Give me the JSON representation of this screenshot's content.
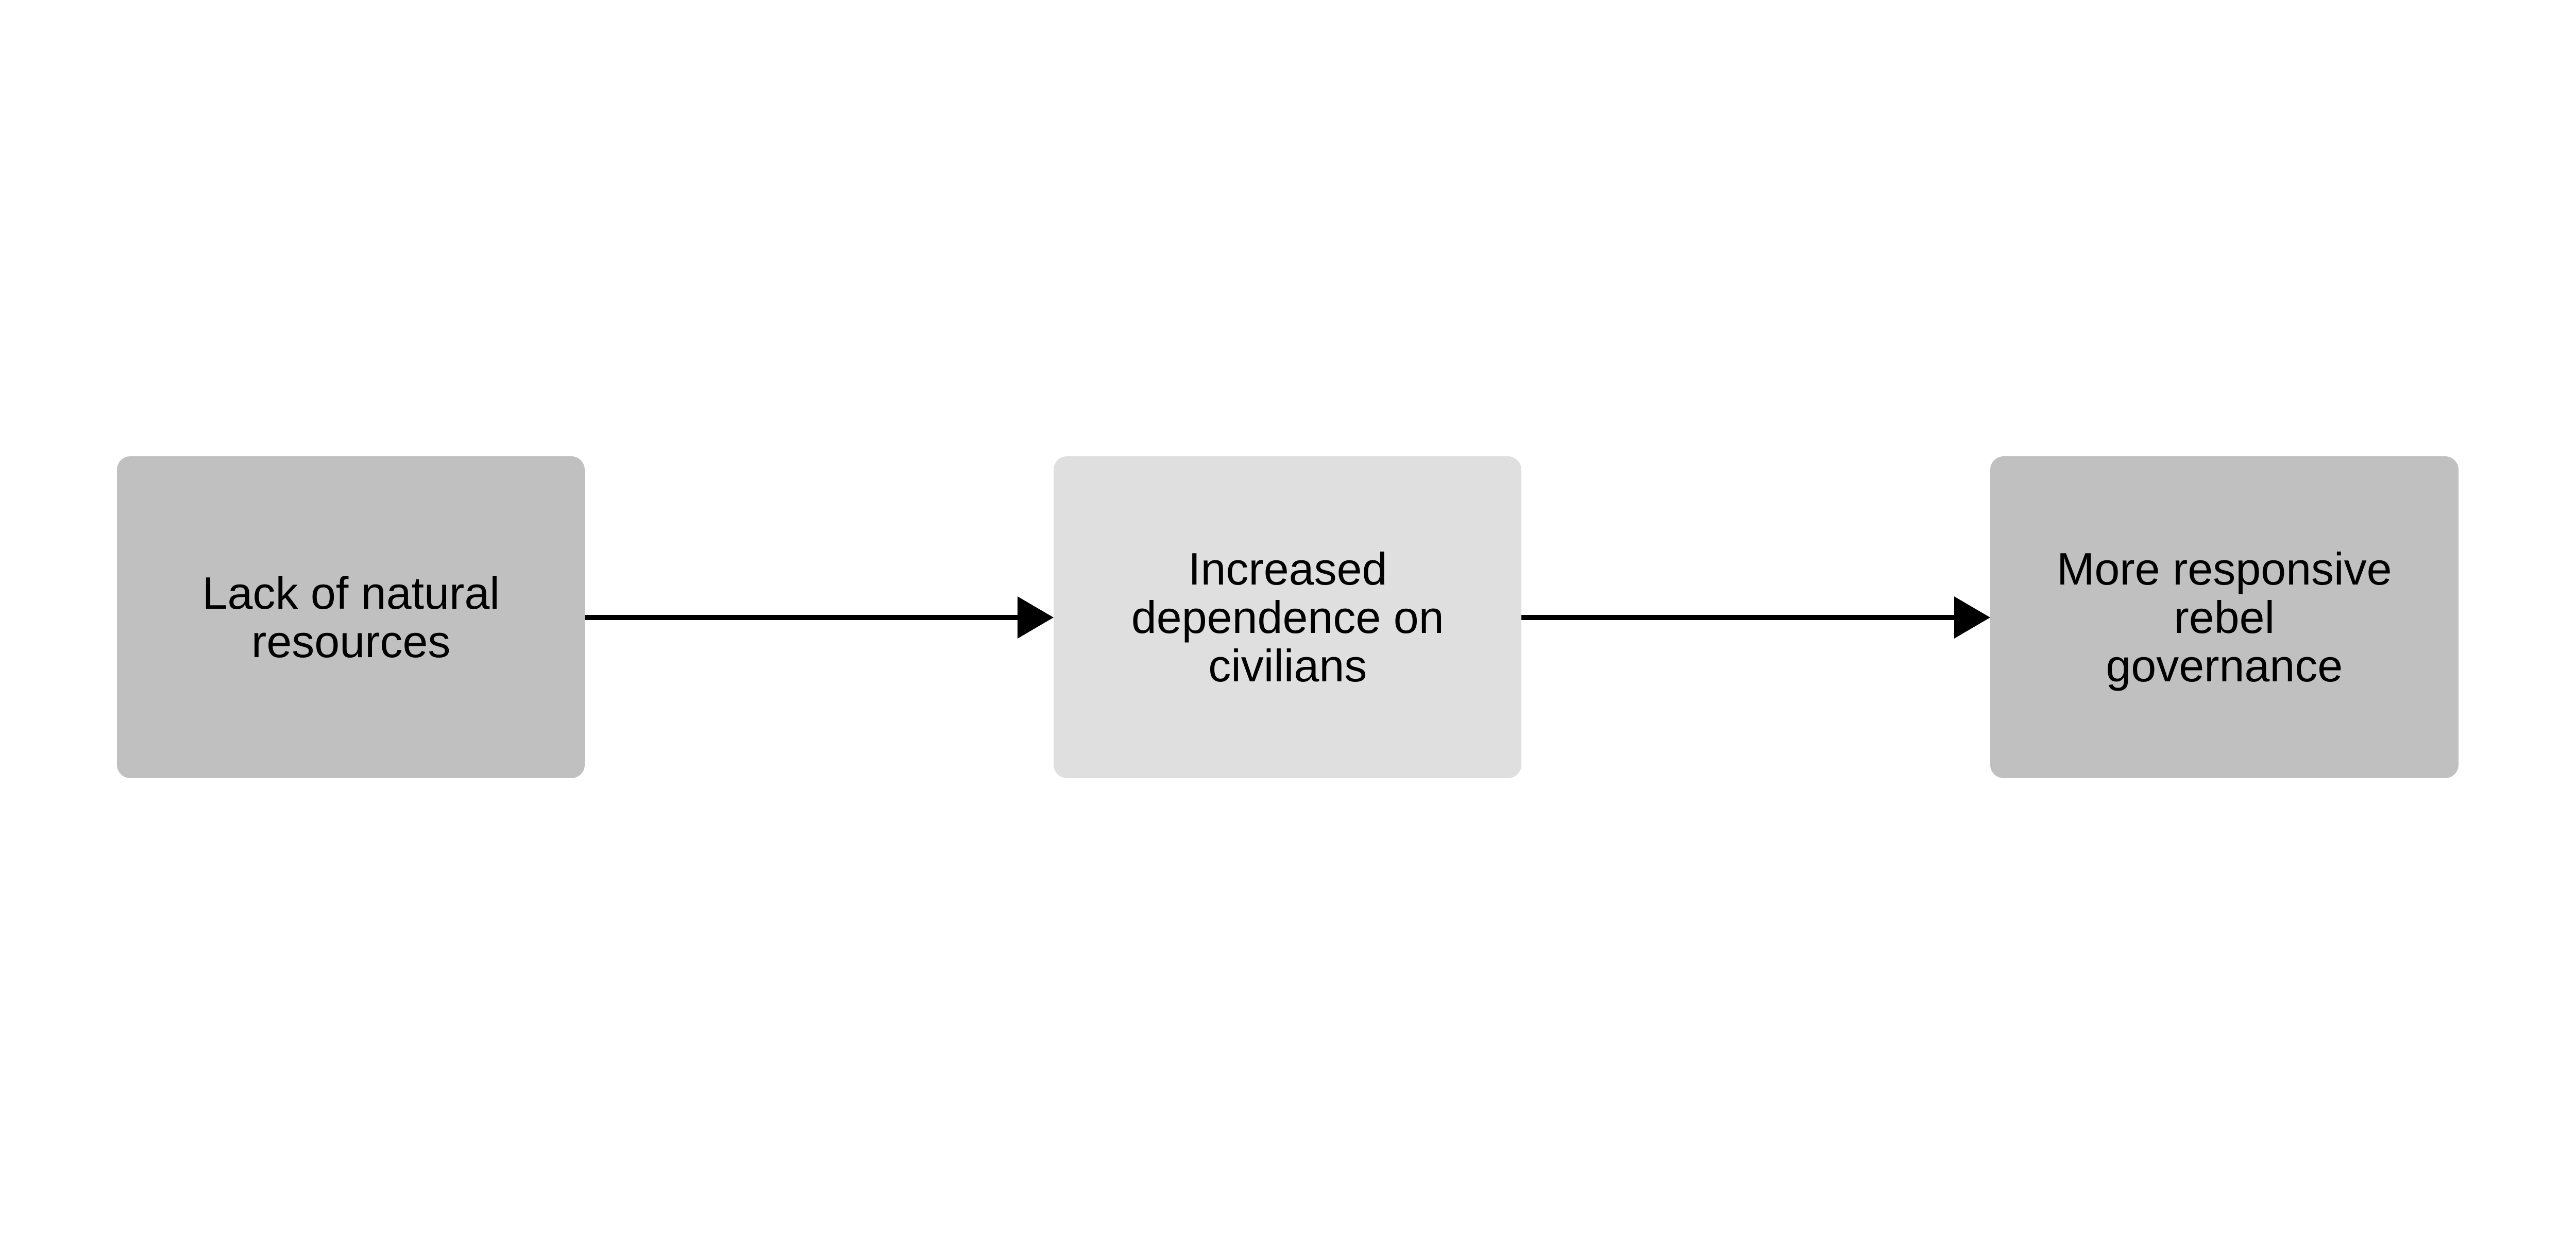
{
  "nodes": [
    {
      "id": "lack-resources",
      "label": "Lack of natural\nresources",
      "fill": "#c0c0c0"
    },
    {
      "id": "dependence",
      "label": "Increased\ndependence on\ncivilians",
      "fill": "#dfdfdf"
    },
    {
      "id": "governance",
      "label": "More responsive\nrebel\ngovernance",
      "fill": "#c0c0c0"
    }
  ],
  "edges": [
    {
      "from": "lack-resources",
      "to": "dependence"
    },
    {
      "from": "dependence",
      "to": "governance"
    }
  ],
  "colors": {
    "edge": "#000000",
    "background": "#ffffff"
  }
}
